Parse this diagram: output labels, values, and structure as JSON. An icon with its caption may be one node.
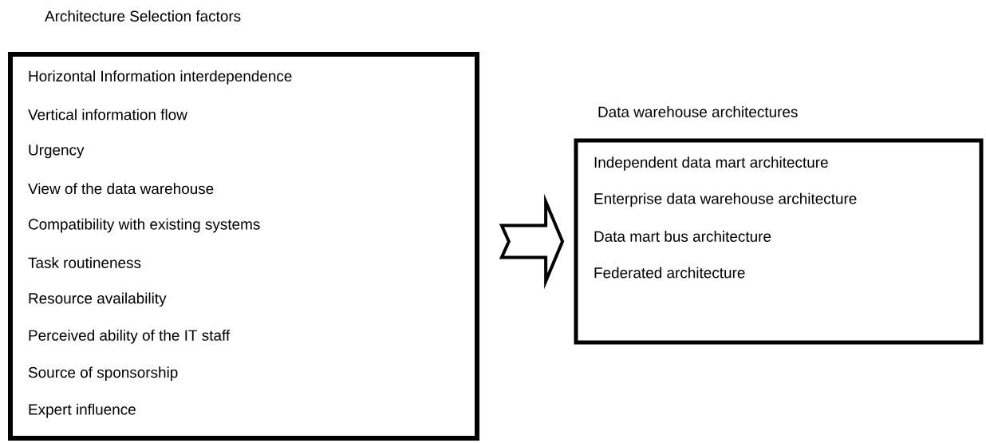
{
  "diagram": {
    "nodes": [
      {
        "text": [
          "Architecture Selection factors",
          "Horizontal Information interdependence",
          "Vertical information flow",
          "Urgency",
          "View of the data warehouse",
          "Compatibility with existing systems",
          "Task routineness",
          "Resource availability",
          "Perceived ability of the IT staff",
          "Source of sponsorship",
          "Expert influence"
        ]
      },
      {
        "text": [
          "Data warehouse architectures",
          "Independent data mart architecture",
          "Enterprise data warehouse architecture",
          "Data mart bus architecture",
          "Federated architecture"
        ]
      }
    ],
    "edges": [
      {
        "from": 0,
        "to": 1,
        "arrow": "to"
      }
    ]
  }
}
